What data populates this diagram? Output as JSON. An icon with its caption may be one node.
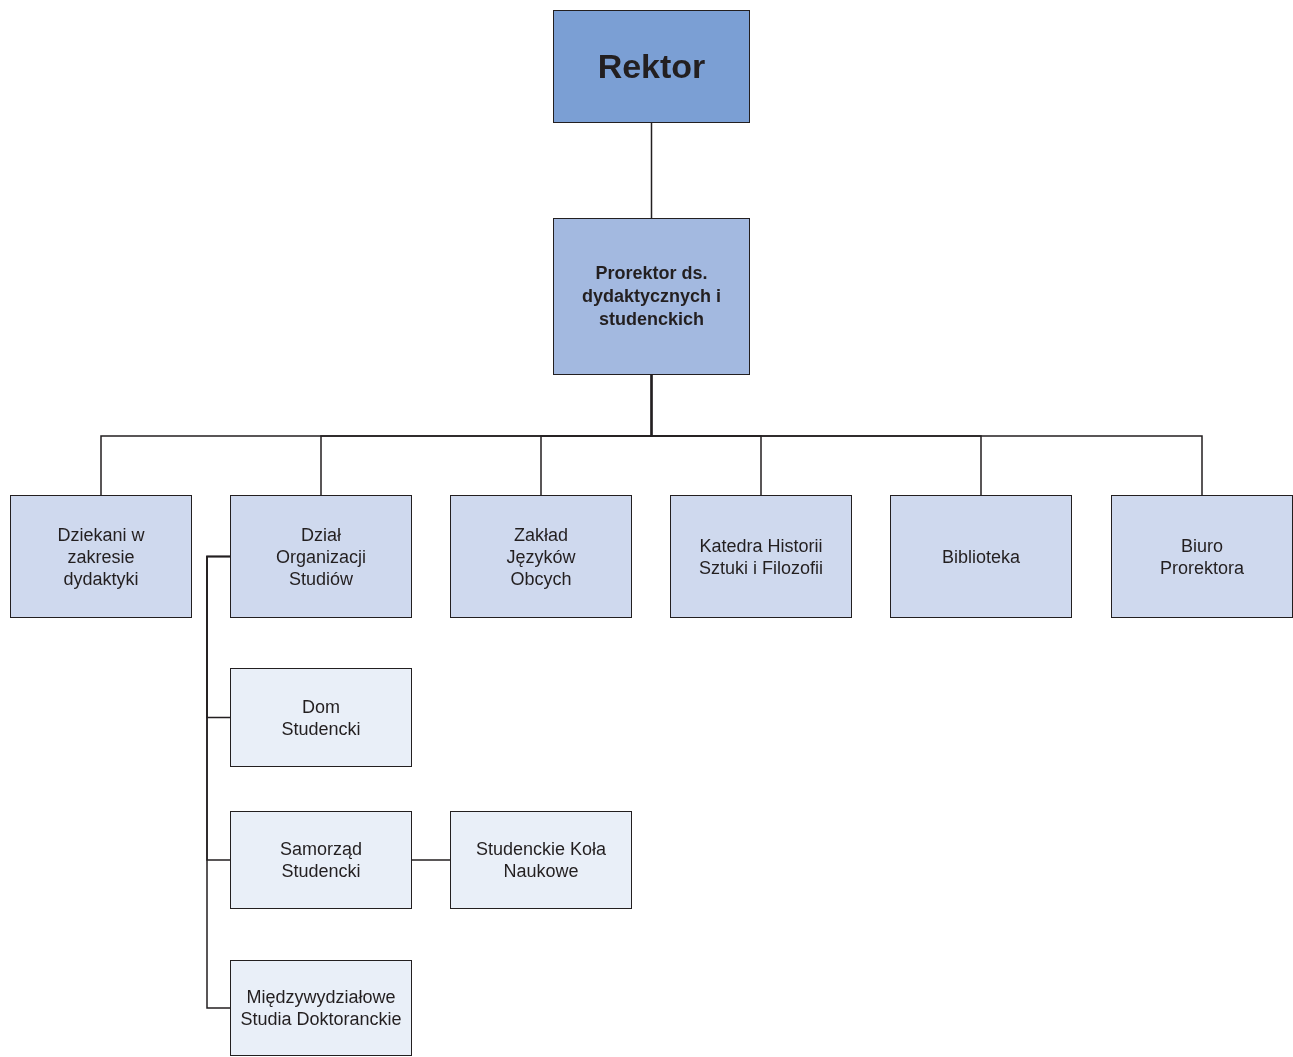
{
  "diagram": {
    "nodes": [
      {
        "text": [
          "Rektor"
        ]
      },
      {
        "text": [
          "Prorektor ds. dydaktycznych i studenckich"
        ]
      },
      {
        "text": [
          "Dziekani w zakresie dydaktyki"
        ]
      },
      {
        "text": [
          "Dział Organizacji Studiów"
        ]
      },
      {
        "text": [
          "Zakład Języków Obcych"
        ]
      },
      {
        "text": [
          "Katedra Historii Sztuki i Filozofii"
        ]
      },
      {
        "text": [
          "Biblioteka"
        ]
      },
      {
        "text": [
          "Biuro Prorektora"
        ]
      },
      {
        "text": [
          "Dom Studencki"
        ]
      },
      {
        "text": [
          "Samorząd Studencki"
        ]
      },
      {
        "text": [
          "Studenckie Koła Naukowe"
        ]
      },
      {
        "text": [
          "Międzywydziałowe Studia Doktoranckie"
        ]
      }
    ],
    "edges": [
      {
        "from": 0,
        "to": 1,
        "arrow": "none"
      },
      {
        "from": 1,
        "to": 2,
        "arrow": "none"
      },
      {
        "from": 1,
        "to": 3,
        "arrow": "none"
      },
      {
        "from": 1,
        "to": 4,
        "arrow": "none"
      },
      {
        "from": 1,
        "to": 5,
        "arrow": "none"
      },
      {
        "from": 1,
        "to": 6,
        "arrow": "none"
      },
      {
        "from": 1,
        "to": 7,
        "arrow": "none"
      },
      {
        "from": 3,
        "to": 8,
        "arrow": "none"
      },
      {
        "from": 3,
        "to": 9,
        "arrow": "none"
      },
      {
        "from": 9,
        "to": 10,
        "arrow": "none"
      },
      {
        "from": 3,
        "to": 11,
        "arrow": "none"
      }
    ]
  }
}
